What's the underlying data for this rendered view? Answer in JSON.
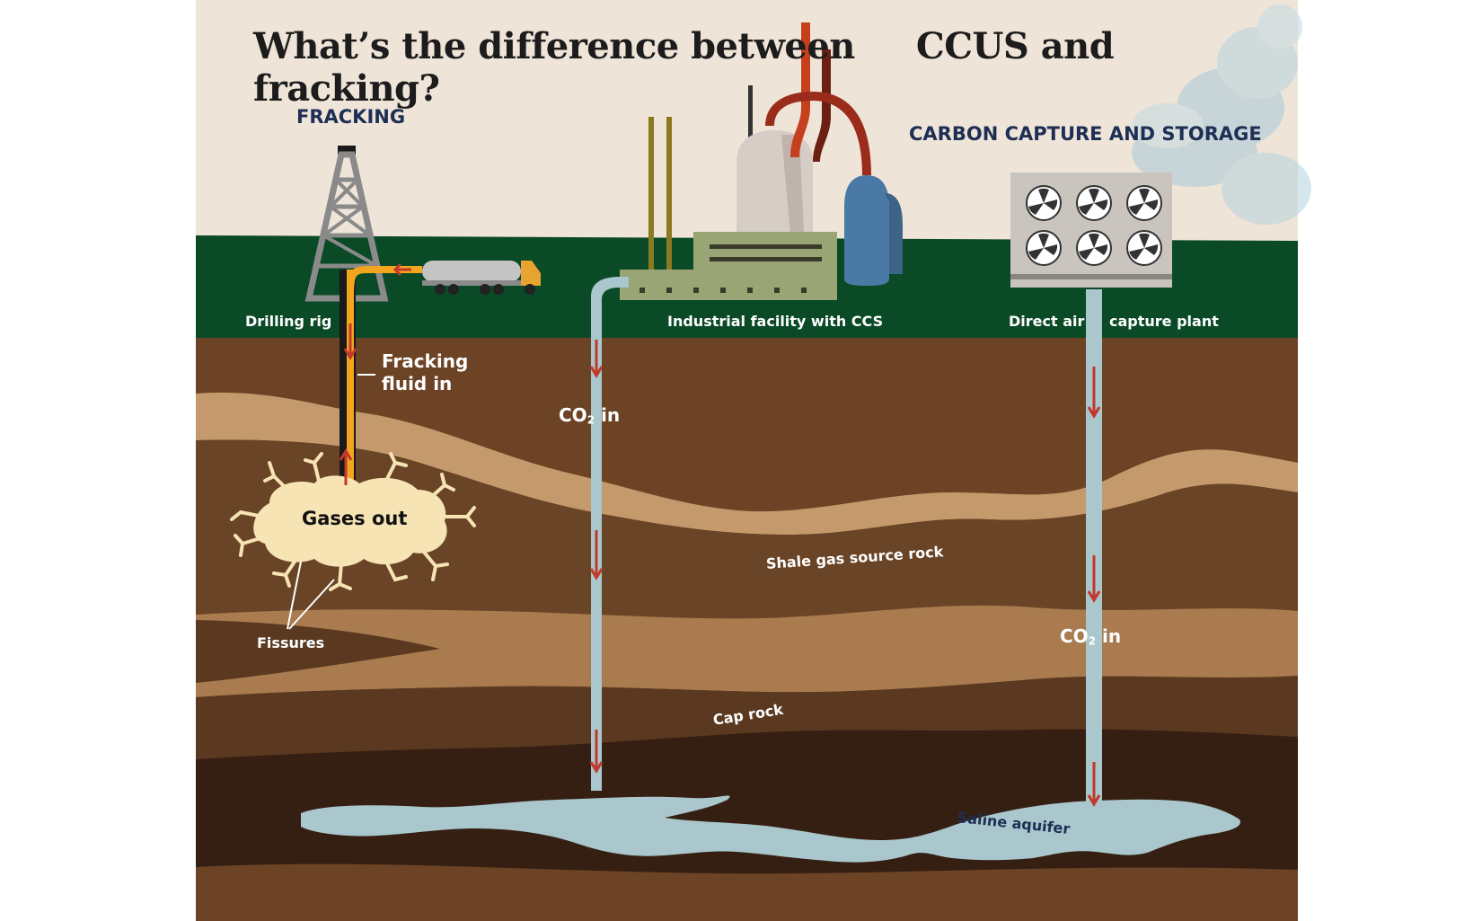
{
  "title": {
    "part1": "What’s the difference between",
    "part2": "CCUS and fracking?"
  },
  "sections": {
    "fracking": "FRACKING",
    "ccs": "CARBON CAPTURE AND STORAGE"
  },
  "labels": {
    "drilling_rig": "Drilling rig",
    "industrial_facility": "Industrial facility with CCS",
    "direct_air_1": "Direct air",
    "direct_air_2": "capture plant",
    "fracking_fluid_1": "Fracking",
    "fracking_fluid_2": "fluid in",
    "co2_prefix": "CO",
    "co2_sub": "2",
    "co2_suffix": " in",
    "gases_out": "Gases out",
    "fissures": "Fissures",
    "shale": "Shale gas source rock",
    "cap_rock": "Cap rock",
    "saline": "Saline aquifer"
  },
  "colors": {
    "sky": "#efe4d8",
    "grass": "#0b4a26",
    "soil_top": "#6c4325",
    "band_light": "#c49a6c",
    "band_mid": "#a97b4f",
    "band_dark": "#5a3920",
    "deep": "#351f12",
    "water": "#a9c7cc",
    "arrow": "#c0392b",
    "navy": "#1d2f55"
  }
}
